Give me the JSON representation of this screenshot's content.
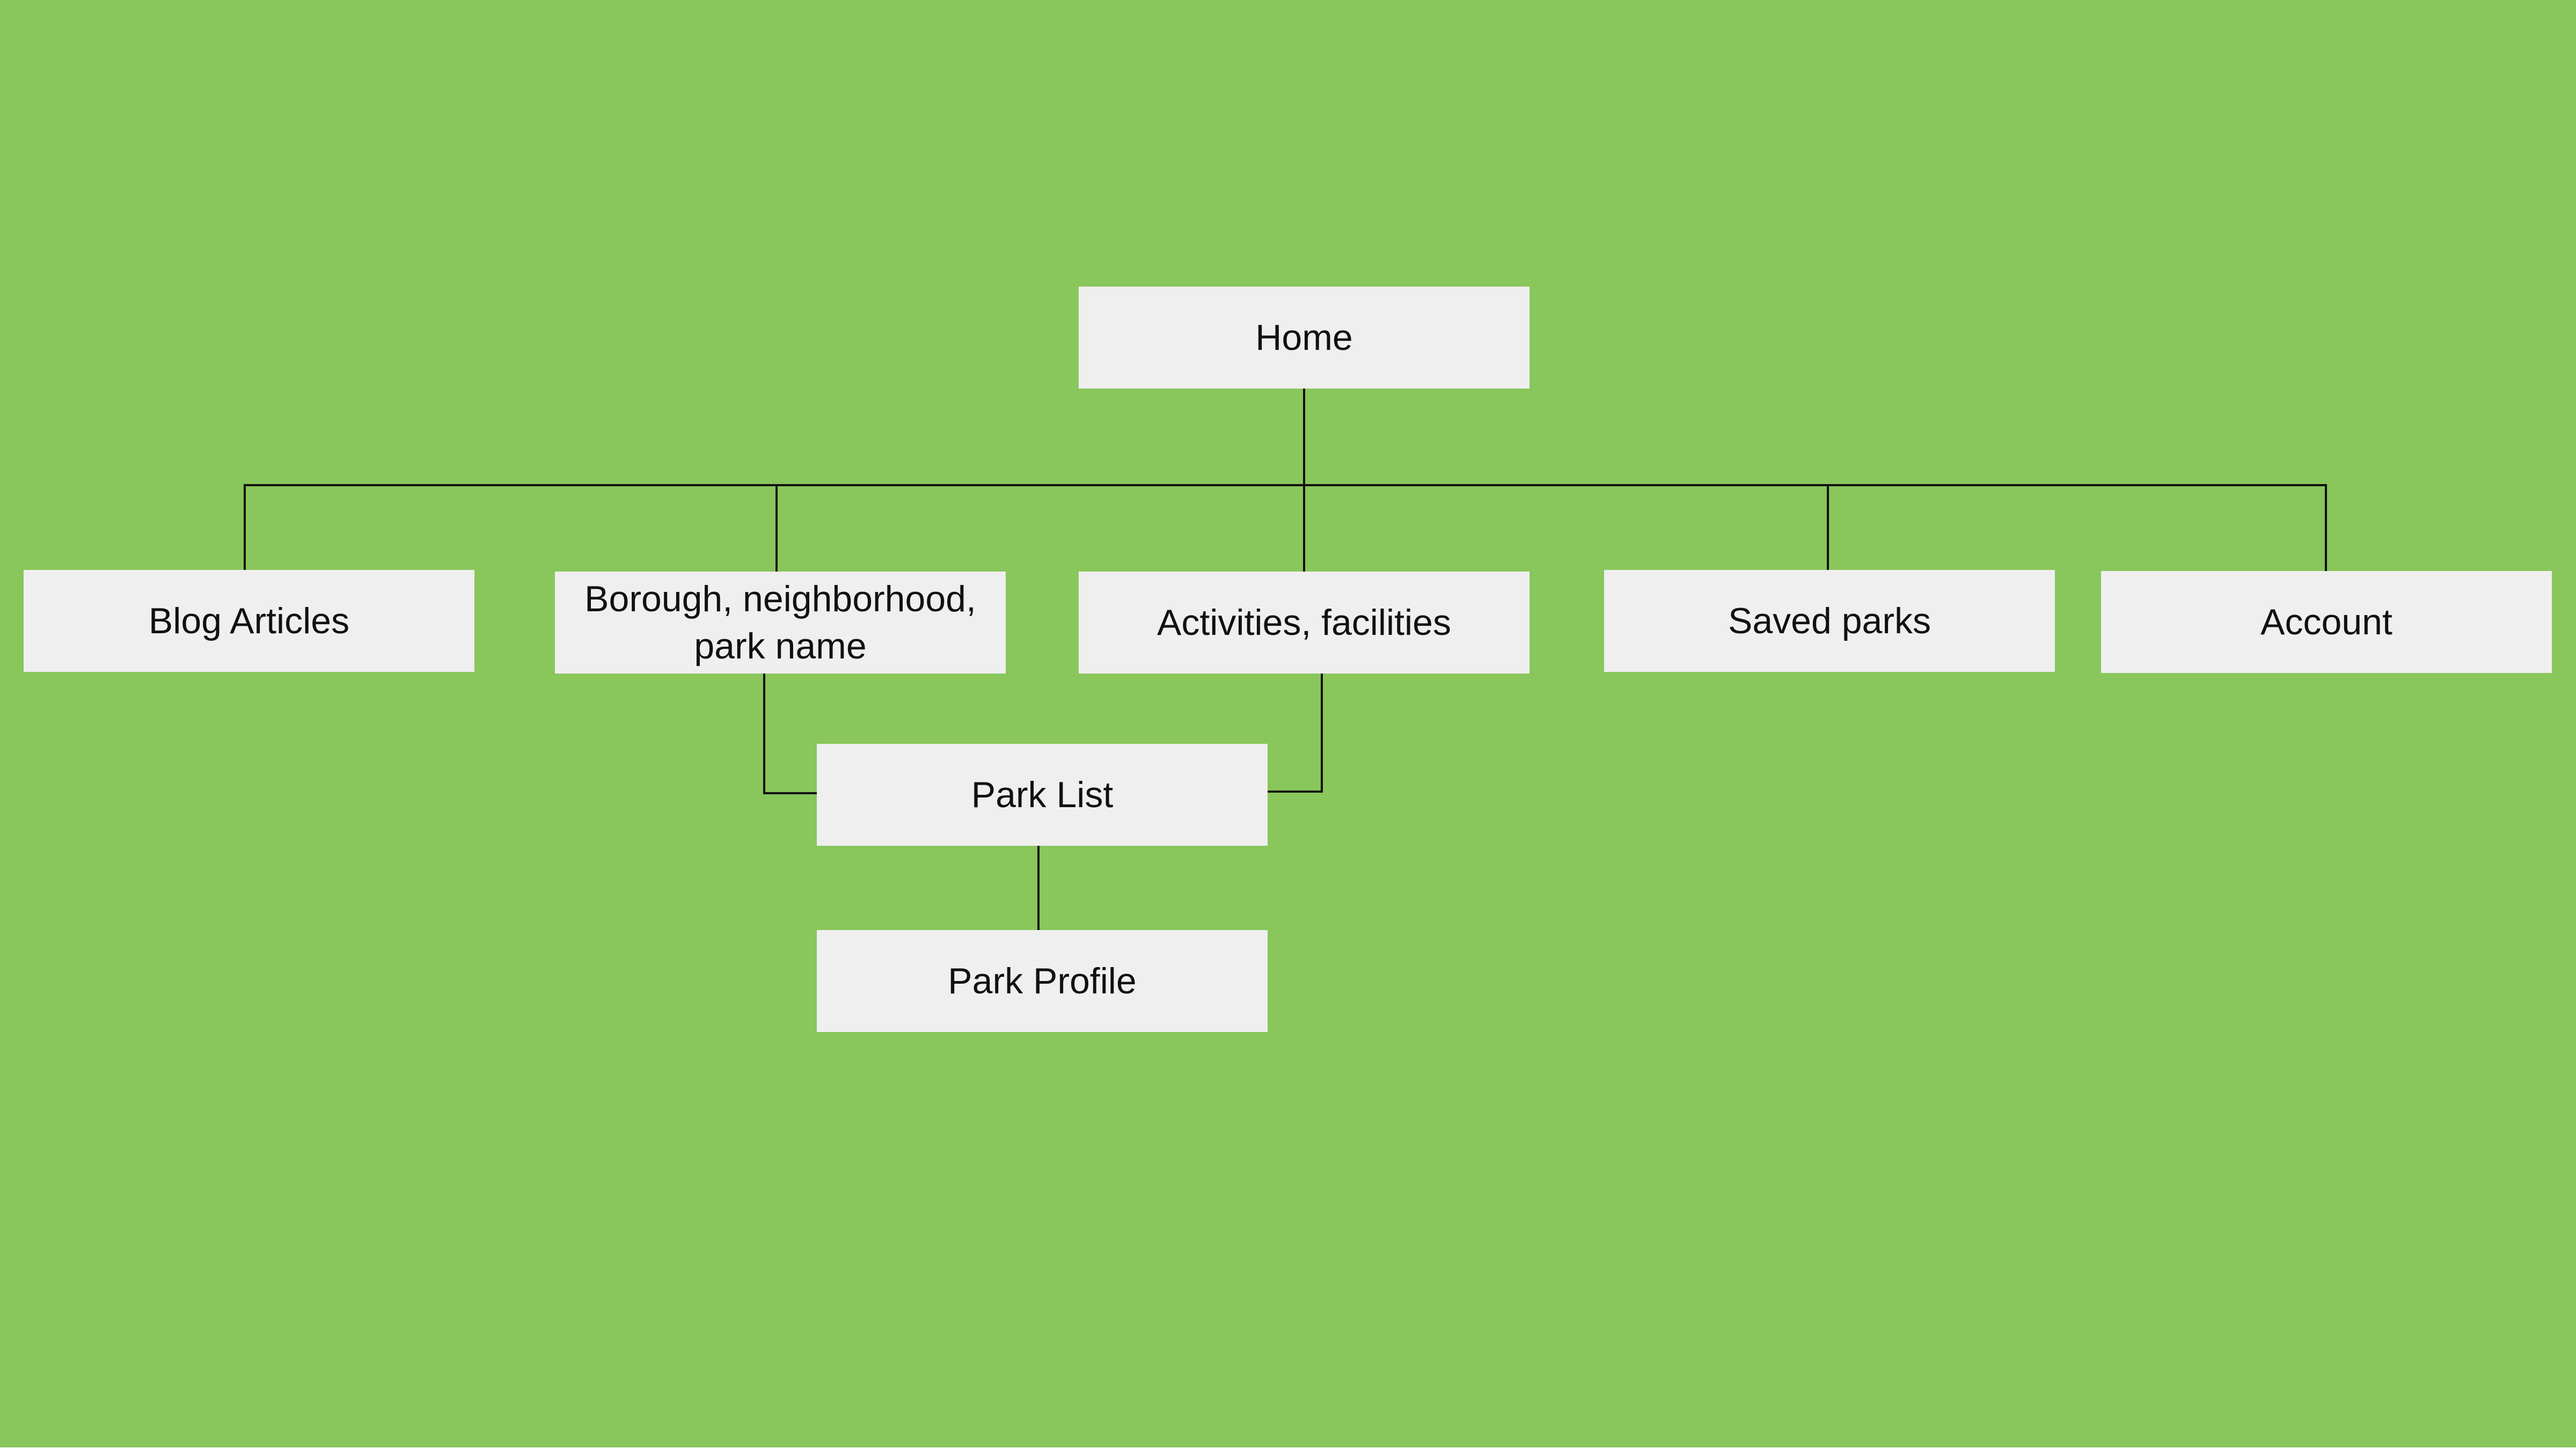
{
  "colors": {
    "background": "#89C65B",
    "node_fill": "#EFEFEF",
    "node_text": "#111111",
    "connector": "#111111"
  },
  "nodes": {
    "home": "Home",
    "blog_articles": "Blog Articles",
    "location_search": "Borough, neighborhood, park name",
    "activities": "Activities, facilities",
    "saved_parks": "Saved parks",
    "account": "Account",
    "park_list": "Park List",
    "park_profile": "Park Profile"
  }
}
